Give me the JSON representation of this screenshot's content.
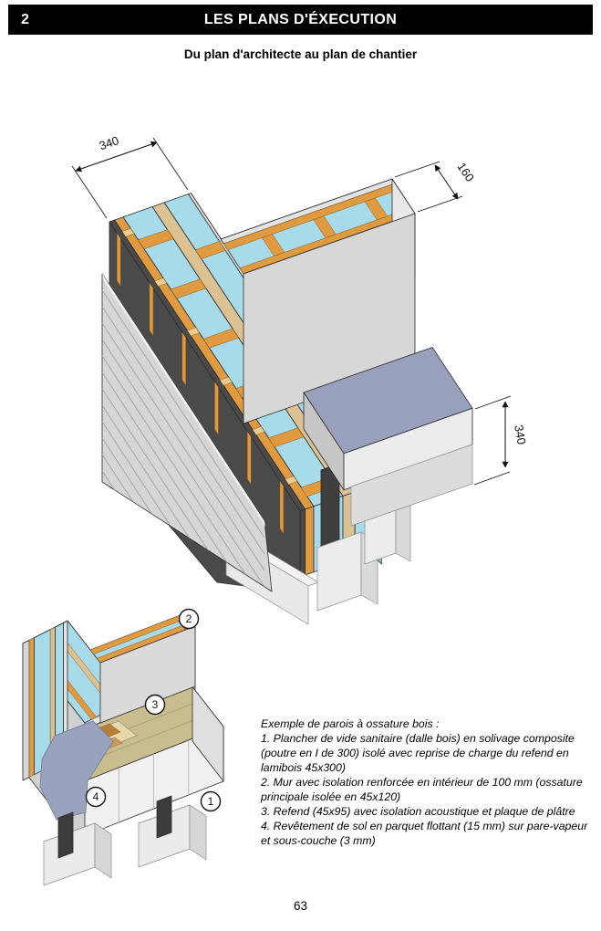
{
  "page": {
    "chapter_number": "2",
    "header_title": "LES PLANS D'ÉXECUTION",
    "subtitle": "Du plan d'architecte au plan de chantier",
    "page_number": "63"
  },
  "main_figure": {
    "dim_wall_thickness": "340",
    "dim_partition_thickness": "160",
    "dim_floor_depth": "340"
  },
  "detail_figure": {
    "callout_1": "1",
    "callout_2": "2",
    "callout_3": "3",
    "callout_4": "4"
  },
  "notes": {
    "intro": "Exemple de parois à ossature bois :",
    "items": [
      "1. Plancher de vide sanitaire (dalle bois) en solivage composite (poutre en I de 300) isolé avec reprise de charge du refend en lamibois 45x300)",
      "2. Mur avec isolation renforcée en intérieur de 100 mm (ossature principale isolée en 45x120)",
      "3. Refend (45x95) avec isolation acoustique et plaque de plâtre",
      "4. Revêtement de sol en parquet flottant (15 mm) sur pare-vapeur et sous-couche (3 mm)"
    ]
  },
  "colors": {
    "insulation_blue": "#a8dbe9",
    "insulation_blue_dark": "#85c6da",
    "wood_orange": "#e09a40",
    "wood_light": "#dcc193",
    "membrane_dark": "#4a4a4a",
    "cladding_gray": "#d6d6d6",
    "vapor_barrier_blue": "#98a0bc",
    "concrete_gray": "#e9e9e9",
    "header_black": "#000000"
  }
}
